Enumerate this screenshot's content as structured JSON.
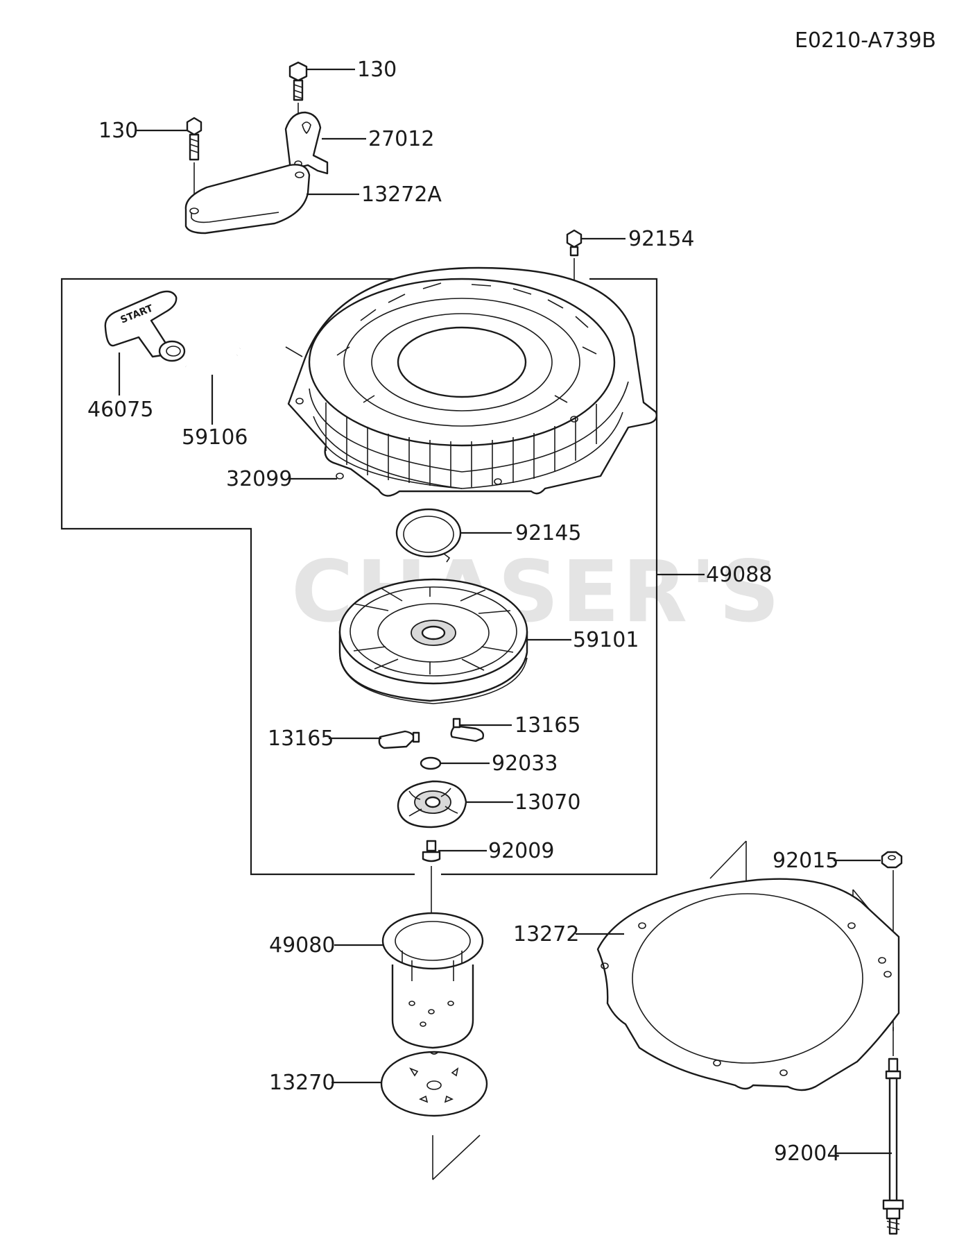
{
  "drawing_code": "E0210-A739B",
  "watermark": "CHASER'S",
  "handle_text": "START",
  "labels": {
    "p130_top": "130",
    "p130_left": "130",
    "p27012": "27012",
    "p13272A": "13272A",
    "p92154": "92154",
    "p46075": "46075",
    "p59106": "59106",
    "p32099": "32099",
    "p92145": "92145",
    "p49088": "49088",
    "p59101": "59101",
    "p13165_right": "13165",
    "p13165_left": "13165",
    "p92033": "92033",
    "p13070": "13070",
    "p92009": "92009",
    "p92015": "92015",
    "p13272": "13272",
    "p49080": "49080",
    "p13270": "13270",
    "p92004": "92004"
  }
}
